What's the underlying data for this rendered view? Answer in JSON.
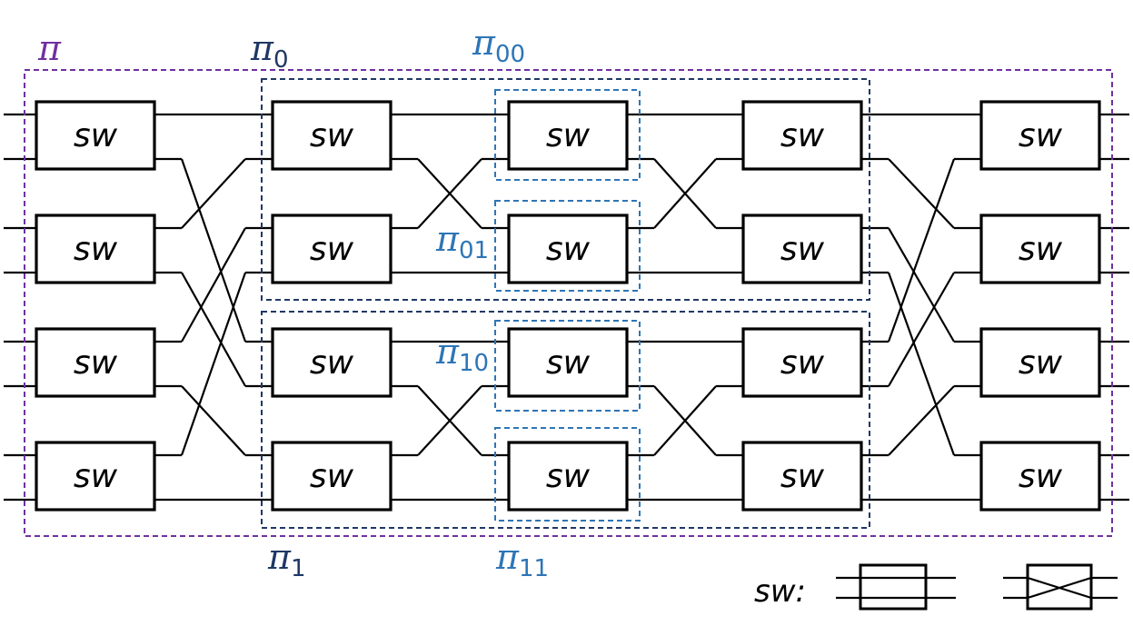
{
  "switch_label": "sw",
  "colors": {
    "pi": "#7030A0",
    "level1": "#1F3864",
    "level2": "#2E75B6",
    "wire": "#000000"
  },
  "frames": {
    "pi": {
      "base": "π",
      "sub": ""
    },
    "pi0": {
      "base": "π",
      "sub": "0"
    },
    "pi1": {
      "base": "π",
      "sub": "1"
    },
    "pi00": {
      "base": "π",
      "sub": "00"
    },
    "pi01": {
      "base": "π",
      "sub": "01"
    },
    "pi10": {
      "base": "π",
      "sub": "10"
    },
    "pi11": {
      "base": "π",
      "sub": "11"
    }
  },
  "legend": {
    "label": "sw:",
    "states": [
      "bar",
      "cross"
    ]
  },
  "network": {
    "stages": 5,
    "switches_per_stage": 4,
    "inputs": 8
  }
}
